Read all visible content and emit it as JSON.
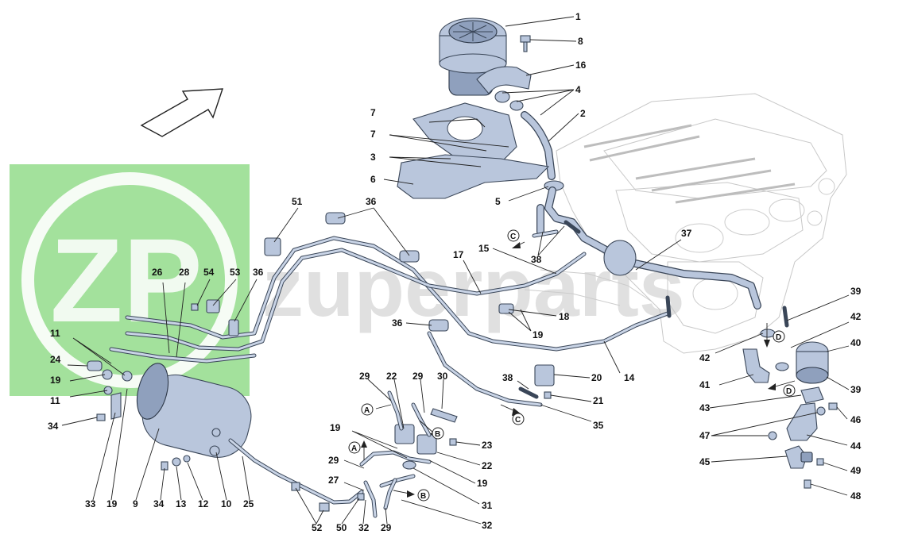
{
  "watermark": {
    "logo_text": "ZP",
    "brand_text": "zuperparts",
    "logo_color": "#57c84b"
  },
  "callouts": [
    "1",
    "8",
    "16",
    "4",
    "2",
    "7",
    "7",
    "3",
    "6",
    "5",
    "51",
    "36",
    "15",
    "38",
    "37",
    "17",
    "26",
    "28",
    "54",
    "53",
    "36",
    "39",
    "42",
    "40",
    "36",
    "18",
    "19",
    "11",
    "24",
    "19",
    "11",
    "34",
    "14",
    "20",
    "21",
    "35",
    "38",
    "29",
    "22",
    "29",
    "30",
    "19",
    "23",
    "29",
    "22",
    "27",
    "19",
    "31",
    "32",
    "33",
    "19",
    "9",
    "34",
    "13",
    "12",
    "10",
    "25",
    "52",
    "50",
    "32",
    "29",
    "42",
    "41",
    "39",
    "43",
    "46",
    "47",
    "44",
    "45",
    "49",
    "48"
  ],
  "letters": [
    "C",
    "D",
    "D",
    "A",
    "B",
    "A",
    "C",
    "B"
  ],
  "colors": {
    "part_fill": "#b9c6dc",
    "part_stroke": "#3a4658",
    "engine_outline": "#c8c8c8"
  },
  "icons": [
    "direction-arrow-icon"
  ]
}
